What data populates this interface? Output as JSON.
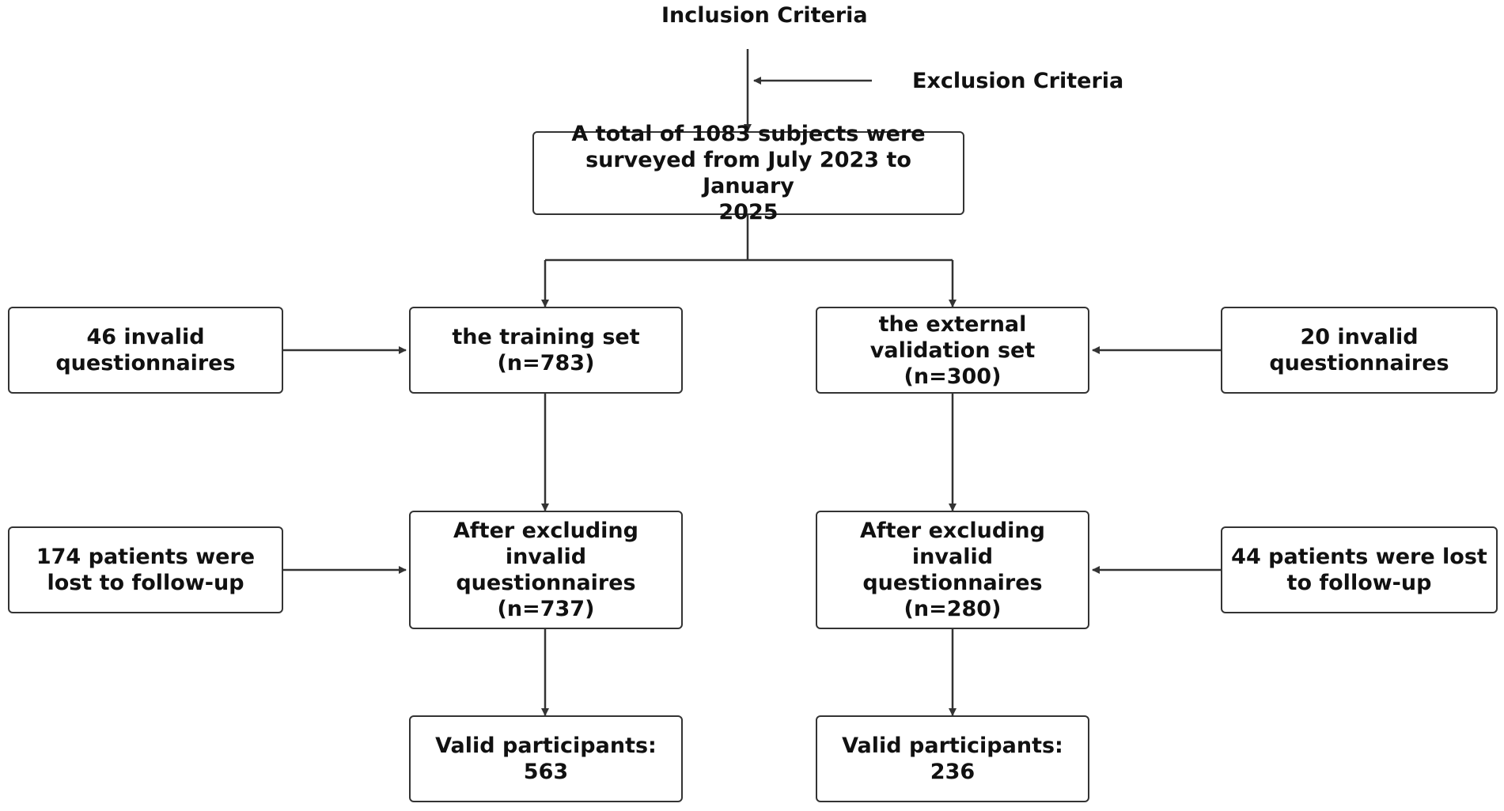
{
  "inclusion_label": "Inclusion Criteria",
  "exclusion_label": "Exclusion Criteria",
  "boxes": {
    "total": "A total of 1083 subjects were\nsurveyed from July 2023 to January\n2025",
    "training": "the training set\n(n=783)",
    "validation": "the external\nvalidation set\n(n=300)",
    "invalid_left": "46 invalid\nquestionnaires",
    "invalid_right": "20 invalid\nquestionnaires",
    "after_left": "After excluding\ninvalid\nquestionnaires\n(n=737)",
    "after_right": "After excluding\ninvalid\nquestionnaires\n(n=280)",
    "lost_left": "174 patients were\nlost to follow-up",
    "lost_right": "44 patients were lost\nto follow-up",
    "valid_left": "Valid participants:\n563",
    "valid_right": "Valid participants:\n236"
  },
  "colors": {
    "line": "#333333",
    "text": "#111111",
    "background": "#ffffff"
  }
}
